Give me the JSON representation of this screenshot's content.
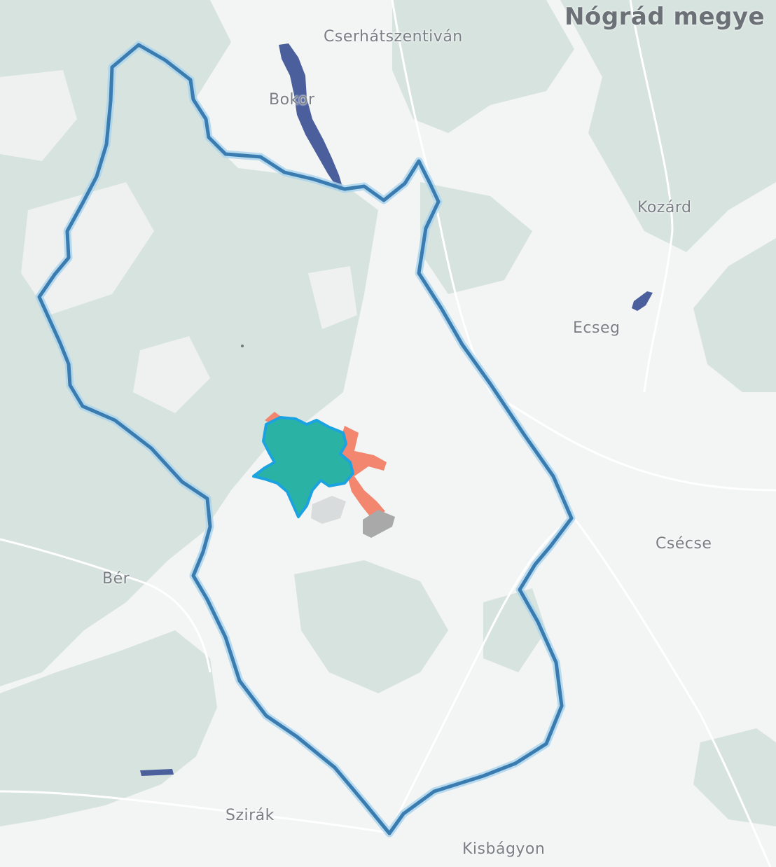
{
  "map": {
    "region_label": "Nógrád megye",
    "places": {
      "cserhatszentivan": "Cserhátszentiván",
      "bokor": "Bokor",
      "kozard": "Kozárd",
      "ecseg": "Ecseg",
      "csecse": "Csécse",
      "ber": "Bér",
      "szirak": "Szirák",
      "kisbagyon": "Kisbágyon"
    },
    "colors": {
      "background": "#f3f4f4",
      "forest": "#d7e3de",
      "boundary": "#3a7cb0",
      "boundary_glow": "#a9d3ee",
      "water": "#4a5f9c",
      "settlement_fill": "#2ab3a4",
      "settlement_outline": "#1aa3e0",
      "landuse_orange": "#f2866e",
      "landuse_gray": "#a9a9a9"
    }
  }
}
